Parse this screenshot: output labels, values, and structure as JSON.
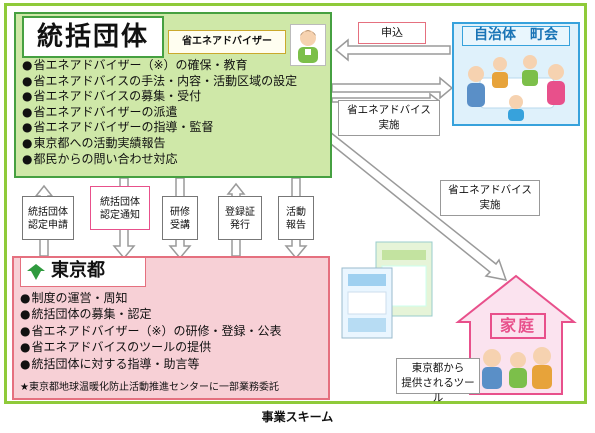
{
  "organization": {
    "title": "統括団体",
    "advisor_tag": "省エネアドバイザー",
    "duties": [
      "省エネアドバイザー（※）の確保・教育",
      "省エネアドバイスの手法・内容・活動区域の設定",
      "省エネアドバイスの募集・受付",
      "省エネアドバイザーの派遣",
      "省エネアドバイザーの指導・監督",
      "東京都への活動実績報告",
      "都民からの問い合わせ対応"
    ]
  },
  "flows": [
    {
      "lines": [
        "統括団体",
        "認定申請"
      ]
    },
    {
      "lines": [
        "統括団体",
        "認定通知"
      ]
    },
    {
      "lines": [
        "研修",
        "受講"
      ]
    },
    {
      "lines": [
        "登録証",
        "発行"
      ]
    },
    {
      "lines": [
        "活動",
        "報告"
      ]
    }
  ],
  "tokyo": {
    "title": "東京都",
    "duties": [
      "制度の運営・周知",
      "統括団体の募集・認定",
      "省エネアドバイザー（※）の研修・登録・公表",
      "省エネアドバイスのツールの提供",
      "統括団体に対する指導・助言等"
    ],
    "note": "★東京都地球温暖化防止活動推進センターに一部業務委託"
  },
  "municipality": {
    "title": "自治体　町会",
    "apply_label": "申込",
    "advice_label": [
      "省エネアドバイス",
      "実施"
    ]
  },
  "household": {
    "title": "家庭",
    "advice_label": [
      "省エネアドバイス",
      "実施"
    ],
    "tools_label": [
      "東京都から",
      "提供されるツール"
    ]
  },
  "caption": "事業スキーム",
  "colors": {
    "frame": "#8fca3a",
    "organization_fill": "#cfe8a8",
    "organization_border": "#46a041",
    "tokyo_fill": "#f7d0d6",
    "tokyo_border": "#e5707f",
    "municipality_fill": "#dff1fb",
    "municipality_border": "#37a2dc",
    "household_border": "#e8508b",
    "arrow": "#9a9a9a"
  }
}
